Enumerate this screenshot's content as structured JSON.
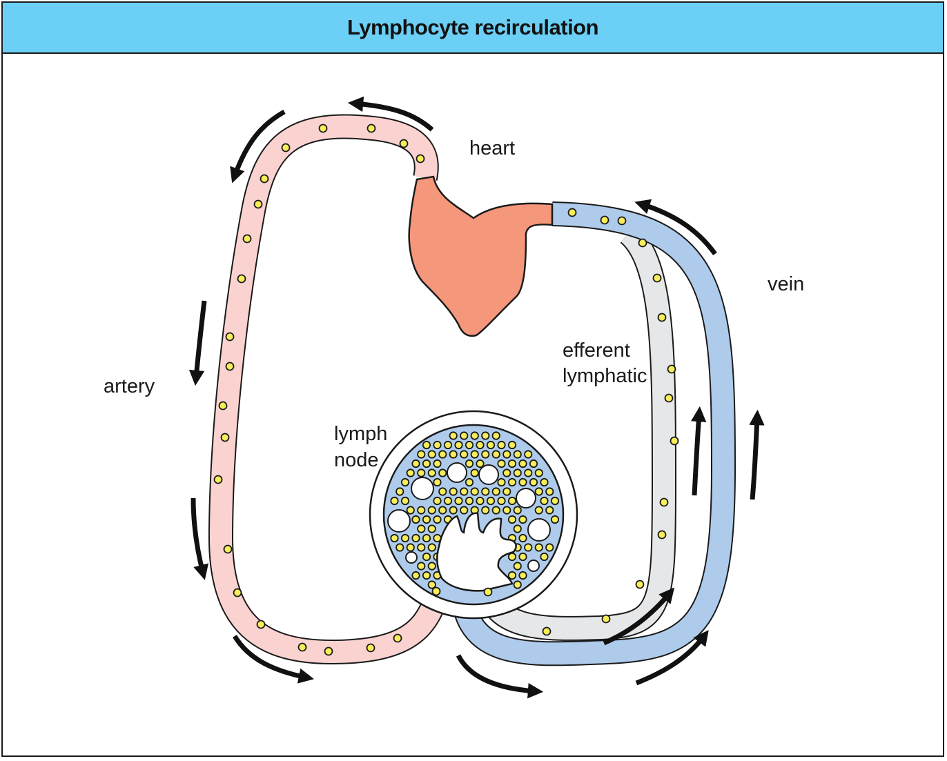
{
  "title": "Lymphocyte recirculation",
  "labels": {
    "heart": "heart",
    "vein": "vein",
    "artery": "artery",
    "efferent_line1": "efferent",
    "efferent_line2": "lymphatic",
    "lymph_line1": "lymph",
    "lymph_line2": "node"
  },
  "colors": {
    "title_bar": "#6cd0f6",
    "artery": "#fad3d0",
    "vein": "#aecbeb",
    "lymphatic": "#e6e7e8",
    "heart": "#f4977b",
    "node_interior": "#aecbeb",
    "lymphocyte": "#f7ee5a",
    "outline": "#1a1a1a"
  },
  "icons": [
    "heart-icon",
    "lymphocyte-icon",
    "flow-arrow-icon"
  ]
}
